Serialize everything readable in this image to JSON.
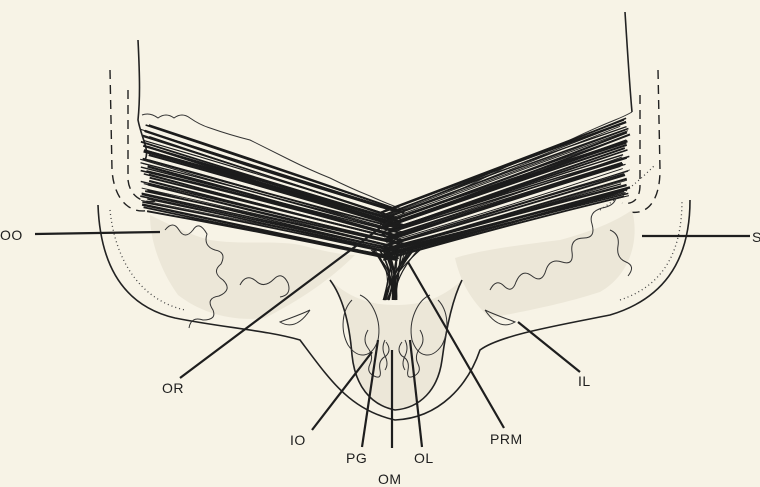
{
  "figure": {
    "background": "#f7f3e6",
    "ink": "#1e1e1e",
    "tissue_fill": "#ece7d8",
    "labels": {
      "oo": "OO",
      "s": "S",
      "or": "OR",
      "io": "IO",
      "pg": "PG",
      "om": "OM",
      "ol": "OL",
      "prm": "PRM",
      "il": "IL"
    }
  }
}
